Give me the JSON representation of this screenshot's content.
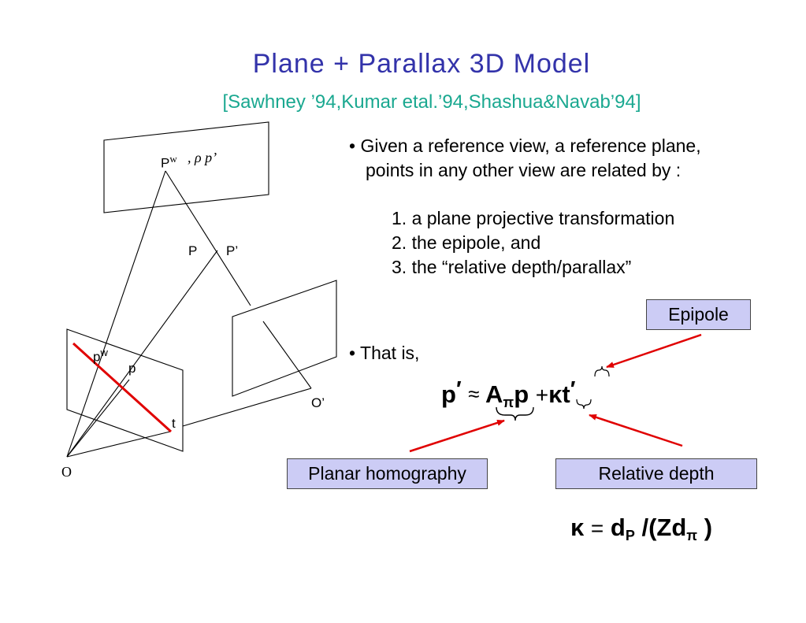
{
  "slide": {
    "title": "Plane + Parallax 3D Model",
    "subtitle": "[Sawhney ’94,Kumar etal.’94,Shashua&Navab’94]",
    "colors": {
      "title": "#3333aa",
      "subtitle": "#1aa890",
      "arrow": "#e00000",
      "box_fill": "#ccccf5"
    }
  },
  "text": {
    "bullet1_line1": "• Given a reference view, a reference plane,",
    "bullet1_line2": "points in any other view are related by :",
    "item1": "1. a plane projective transformation",
    "item2": "2. the epipole, and",
    "item3": "3. the “relative depth/parallax”",
    "bullet2": "• That is,"
  },
  "boxes": {
    "epipole": "Epipole",
    "planar_homography": "Planar homography",
    "relative_depth": "Relative depth"
  },
  "equation1": {
    "lhs": "p",
    "prime": "′",
    "approx": "≈",
    "A": "A",
    "pi": "π",
    "p": "p",
    "plus": "+",
    "kappa": "κ",
    "t": "t",
    "t_prime": "′"
  },
  "equation2": {
    "kappa": "κ",
    "eq": "=",
    "d": "d",
    "sub_P": "P",
    "rest": "/(Zd",
    "sub_pi": "π",
    "close": ")"
  },
  "diagram_labels": {
    "P_w": "P",
    "P_w_sup": "w",
    "rho_p": ", ρ p’",
    "P": "P",
    "P_prime": "P’",
    "p_w": "p",
    "p_w_sup": "w",
    "p": "p",
    "t": "t",
    "O": "O",
    "O_prime": "O’"
  }
}
